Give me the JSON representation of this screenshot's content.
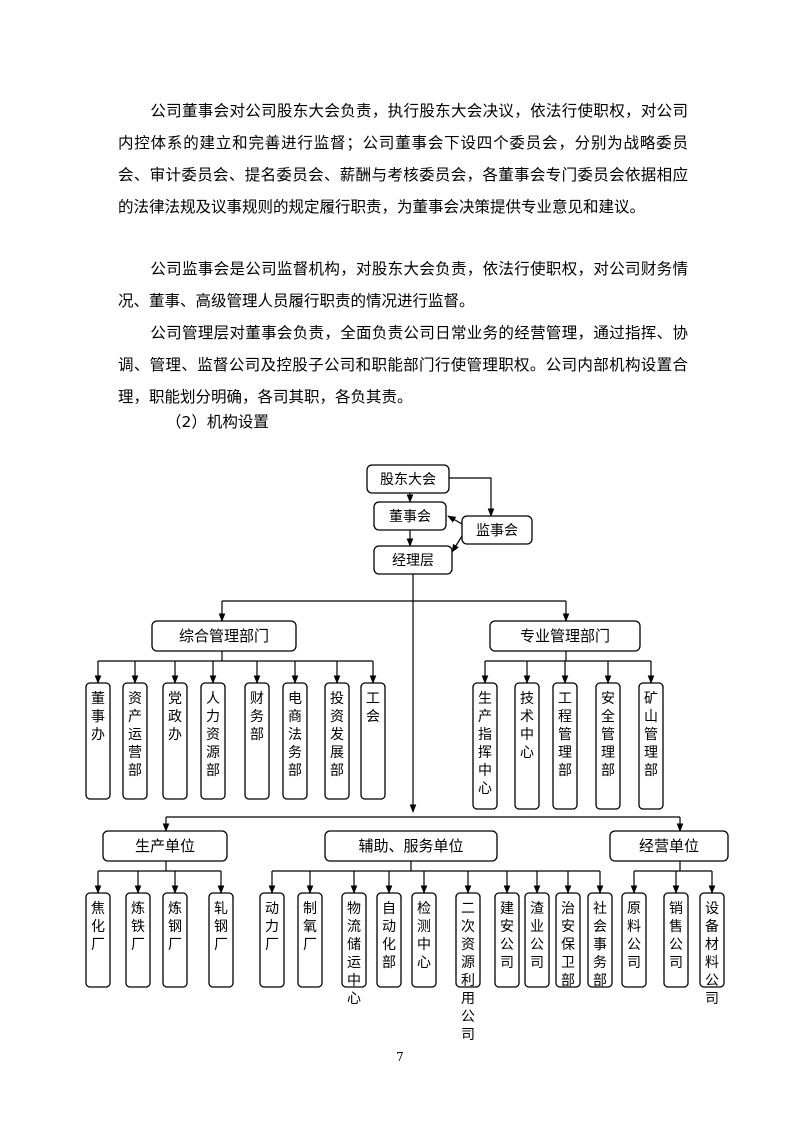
{
  "paragraphs": [
    "公司董事会对公司股东大会负责，执行股东大会决议，依法行使职权，对公司内控体系的建立和完善进行监督；公司董事会下设四个委员会，分别为战略委员会、审计委员会、提名委员会、薪酬与考核委员会，各董事会专门委员会依据相应的法律法规及议事规则的规定履行职责，为董事会决策提供专业意见和建议。",
    "公司监事会是公司监督机构，对股东大会负责，依法行使职权，对公司财务情况、董事、高级管理人员履行职责的情况进行监督。",
    "公司管理层对董事会负责，全面负责公司日常业务的经营管理，通过指挥、协调、管理、监督公司及控股子公司和职能部门行使管理职权。公司内部机构设置合理，职能划分明确，各司其职，各负其责。"
  ],
  "section_heading": "（2）机构设置",
  "org_chart": {
    "top": {
      "shareholders": "股东大会",
      "board": "董事会",
      "supervisory": "监事会",
      "management": "经理层"
    },
    "general_mgmt": {
      "label": "综合管理部门",
      "depts": [
        "董事办",
        "资产运营部",
        "党政办",
        "人力资源部",
        "财务部",
        "电商法务部",
        "投资发展部",
        "工会"
      ]
    },
    "professional_mgmt": {
      "label": "专业管理部门",
      "depts": [
        "生产指挥中心",
        "技术中心",
        "工程管理部",
        "安全管理部",
        "矿山管理部"
      ]
    },
    "production": {
      "label": "生产单位",
      "units": [
        "焦化厂",
        "炼铁厂",
        "炼钢厂",
        "轧钢厂"
      ]
    },
    "auxiliary": {
      "label": "辅助、服务单位",
      "units": [
        "动力厂",
        "制氧厂",
        "物流储运中心",
        "自动化部",
        "检测中心",
        "二次资源利用公司",
        "建安公司",
        "渣业公司",
        "治安保卫部",
        "社会事务部"
      ]
    },
    "business": {
      "label": "经营单位",
      "units": [
        "原料公司",
        "销售公司",
        "设备材料公司"
      ]
    }
  },
  "page_number": "7"
}
